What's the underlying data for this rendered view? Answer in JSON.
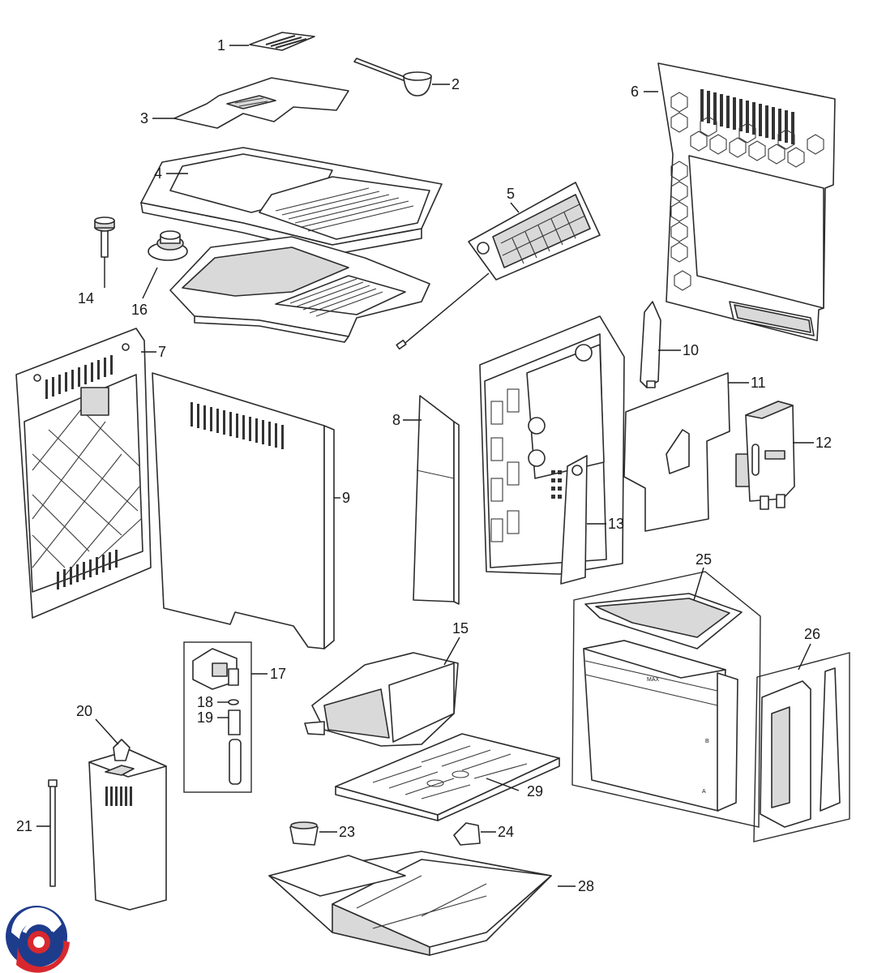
{
  "callouts": {
    "c1": "1",
    "c2": "2",
    "c3": "3",
    "c4": "4",
    "c5": "5",
    "c6": "6",
    "c7": "7",
    "c8": "8",
    "c9": "9",
    "c10": "10",
    "c11": "11",
    "c12": "12",
    "c13": "13",
    "c14": "14",
    "c15": "15",
    "c16": "16",
    "c17": "17",
    "c18": "18",
    "c19": "19",
    "c20": "20",
    "c21": "21",
    "c23": "23",
    "c24": "24",
    "c25": "25",
    "c26": "26",
    "c28": "28",
    "c29": "29"
  },
  "tank_labels": {
    "max": "MAX",
    "b": "B",
    "a": "A"
  },
  "logo": {
    "colors": [
      "#1e3c8c",
      "#d8282e"
    ]
  },
  "colors": {
    "line": "#2b2b2b",
    "background": "#ffffff"
  }
}
